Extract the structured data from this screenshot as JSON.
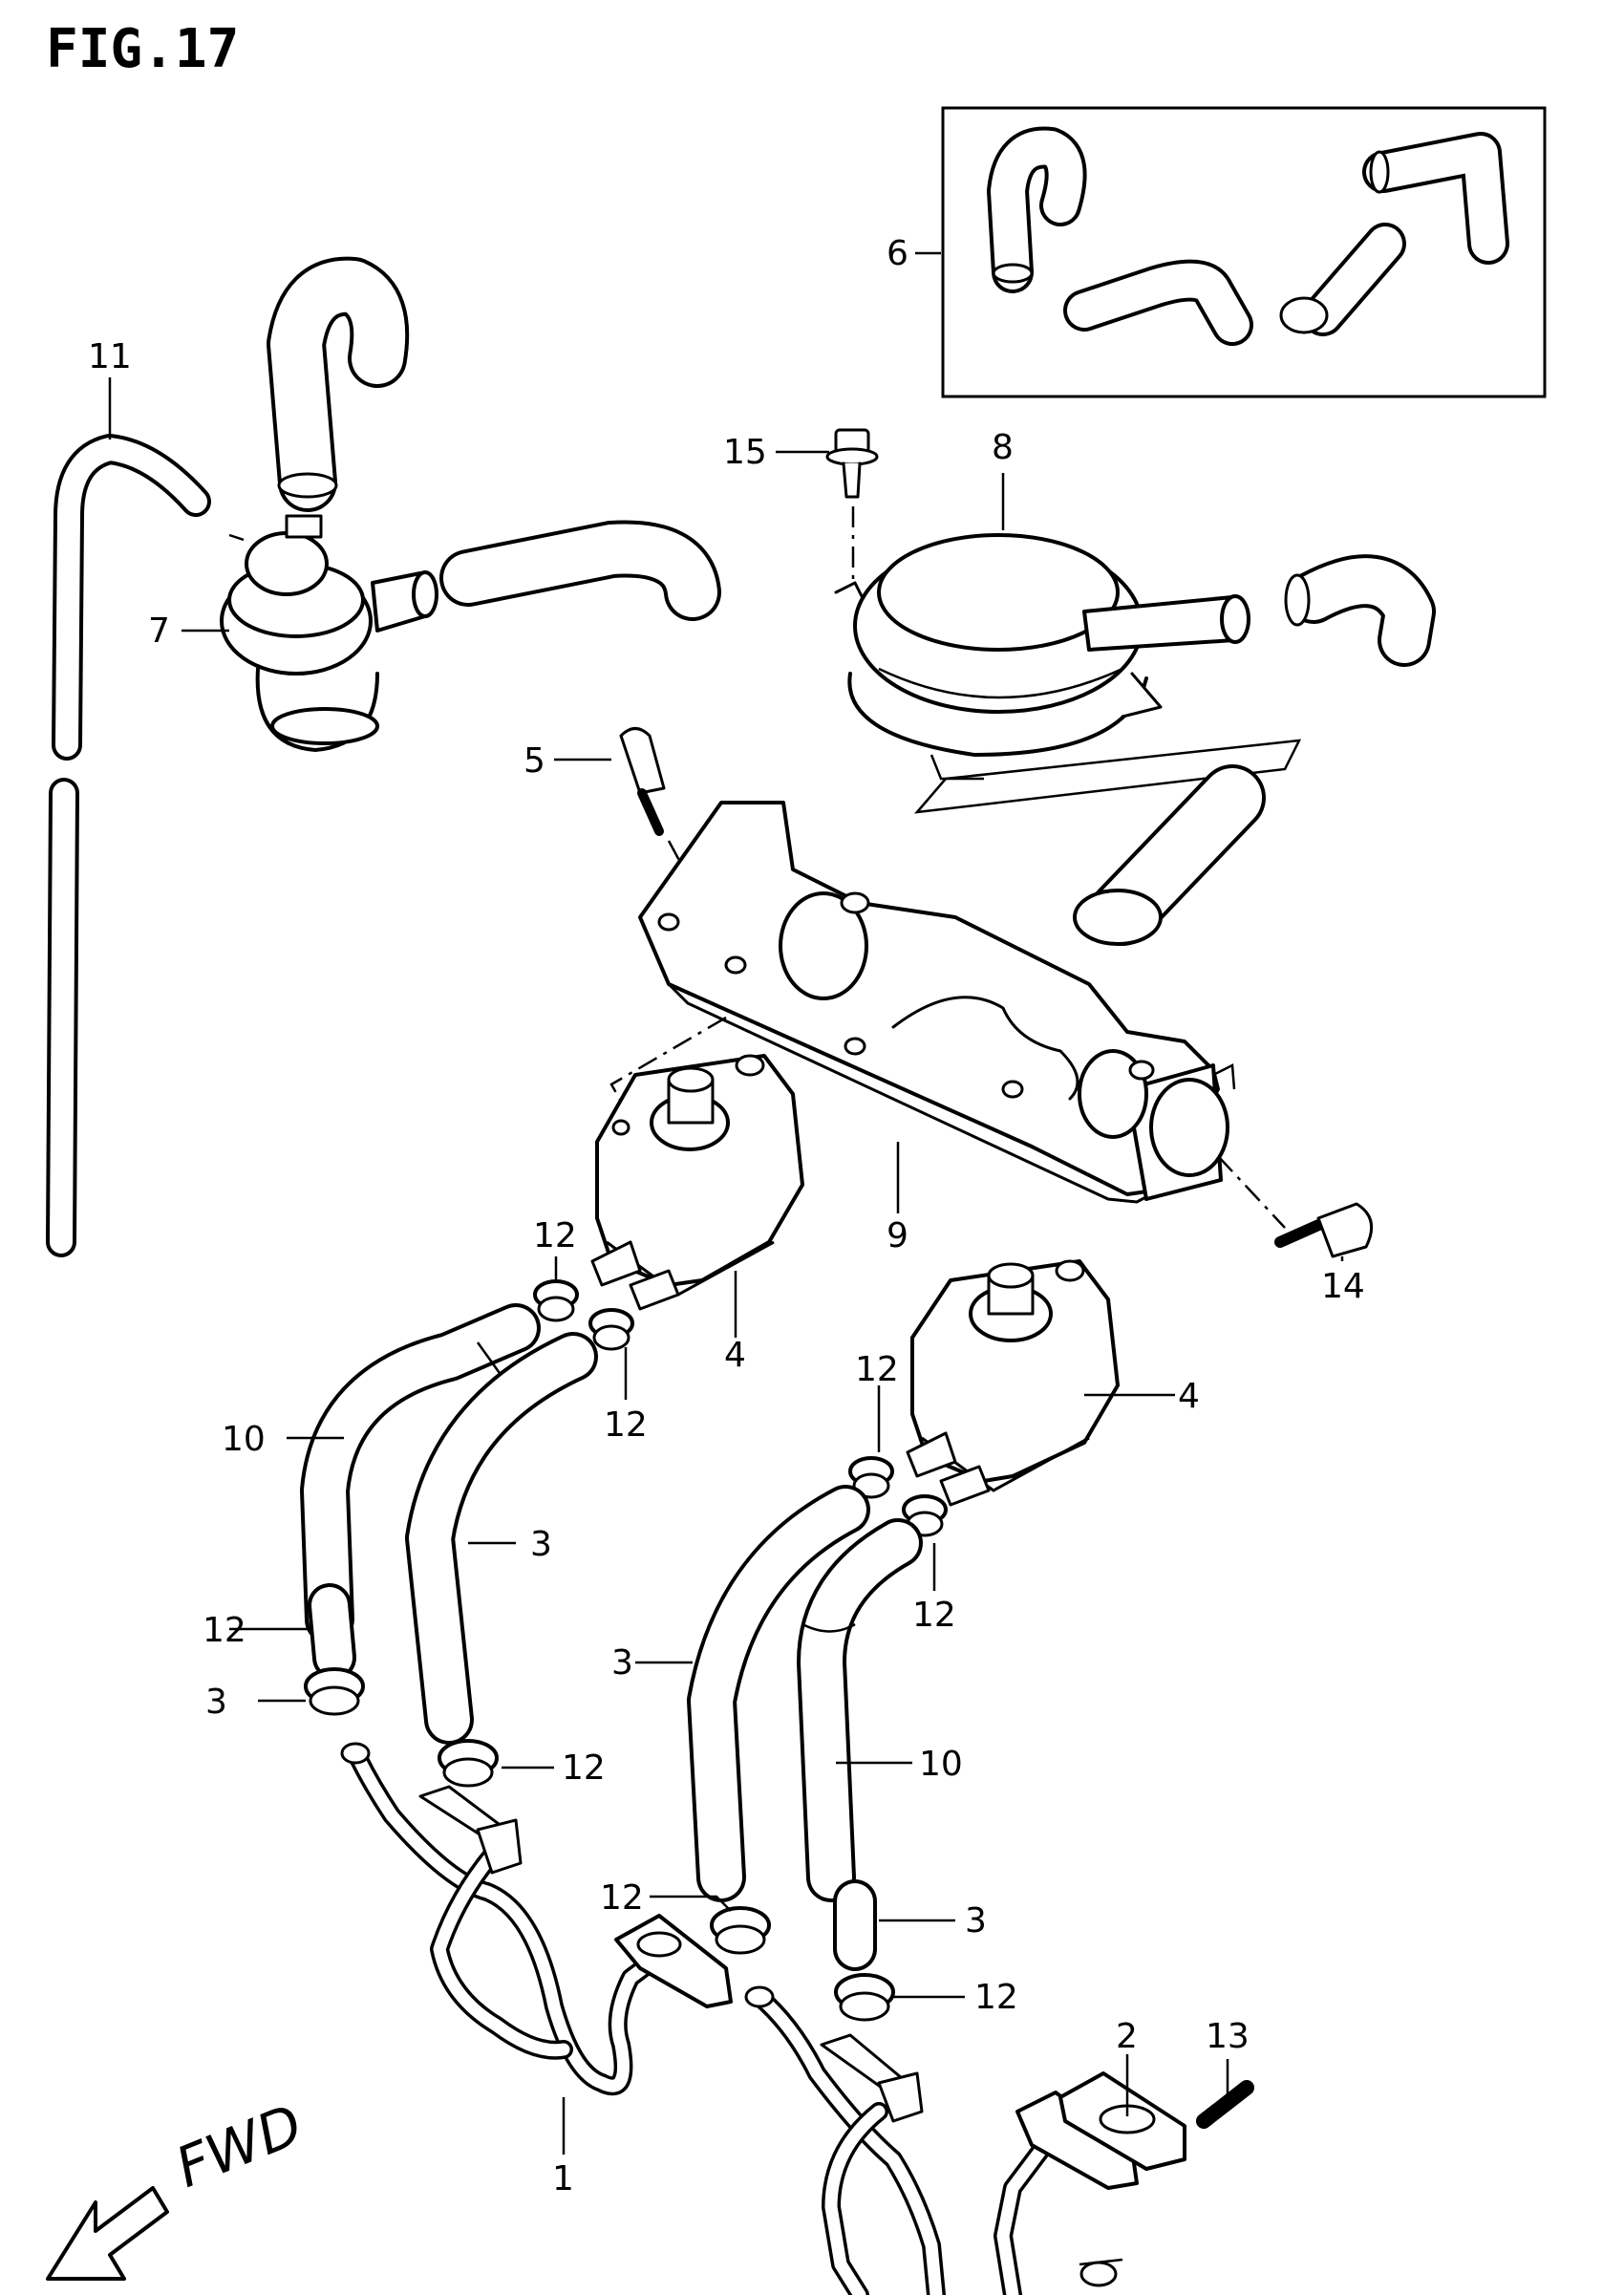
{
  "figure": {
    "title": "FIG.17"
  },
  "direction_label": "FWD",
  "callouts": [
    {
      "id": "c11",
      "label": "11"
    },
    {
      "id": "c6",
      "label": "6"
    },
    {
      "id": "c15",
      "label": "15"
    },
    {
      "id": "c8",
      "label": "8"
    },
    {
      "id": "c7",
      "label": "7"
    },
    {
      "id": "c5",
      "label": "5"
    },
    {
      "id": "c9",
      "label": "9"
    },
    {
      "id": "c14",
      "label": "14"
    },
    {
      "id": "c12a",
      "label": "12"
    },
    {
      "id": "c4a",
      "label": "4"
    },
    {
      "id": "c12b",
      "label": "12"
    },
    {
      "id": "c12c",
      "label": "12"
    },
    {
      "id": "c4b",
      "label": "4"
    },
    {
      "id": "c10a",
      "label": "10"
    },
    {
      "id": "c3a",
      "label": "3"
    },
    {
      "id": "c12d",
      "label": "12"
    },
    {
      "id": "c3b",
      "label": "3"
    },
    {
      "id": "c3c",
      "label": "3"
    },
    {
      "id": "c12e",
      "label": "12"
    },
    {
      "id": "c12f",
      "label": "12"
    },
    {
      "id": "c10b",
      "label": "10"
    },
    {
      "id": "c12g",
      "label": "12"
    },
    {
      "id": "c3d",
      "label": "3"
    },
    {
      "id": "c12h",
      "label": "12"
    },
    {
      "id": "c2",
      "label": "2"
    },
    {
      "id": "c13",
      "label": "13"
    },
    {
      "id": "c1",
      "label": "1"
    }
  ]
}
